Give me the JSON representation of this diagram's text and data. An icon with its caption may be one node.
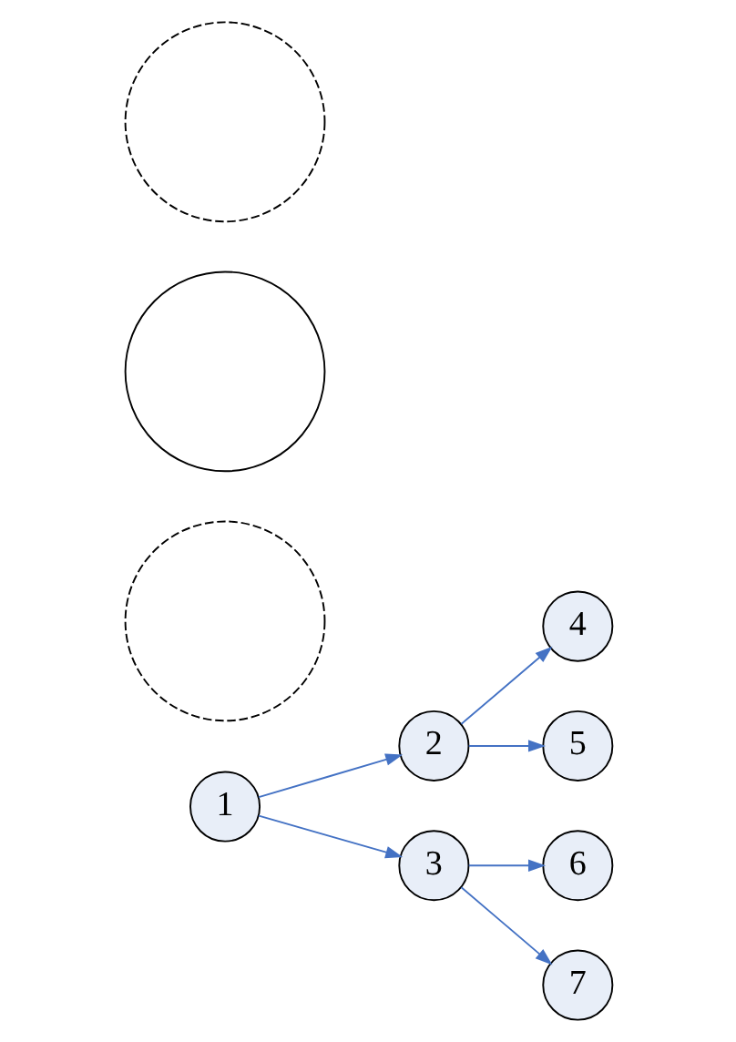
{
  "diagram": {
    "nodes": [
      {
        "text": [
          "1"
        ]
      },
      {
        "text": [
          "2"
        ]
      },
      {
        "text": [
          "3"
        ]
      },
      {
        "text": [
          "4"
        ]
      },
      {
        "text": [
          "5"
        ]
      },
      {
        "text": [
          "6"
        ]
      },
      {
        "text": [
          "7"
        ]
      },
      {
        "text": [],
        "shape": "circle"
      },
      {
        "text": [],
        "shape": "circle"
      },
      {
        "text": [],
        "shape": "circle"
      }
    ],
    "edges": [
      {
        "from": 0,
        "to": 1,
        "arrow": "to"
      },
      {
        "from": 0,
        "to": 2,
        "arrow": "to"
      },
      {
        "from": 1,
        "to": 3,
        "arrow": "to"
      },
      {
        "from": 1,
        "to": 4,
        "arrow": "to"
      },
      {
        "from": 2,
        "to": 5,
        "arrow": "to"
      },
      {
        "from": 2,
        "to": 6,
        "arrow": "to"
      }
    ]
  }
}
